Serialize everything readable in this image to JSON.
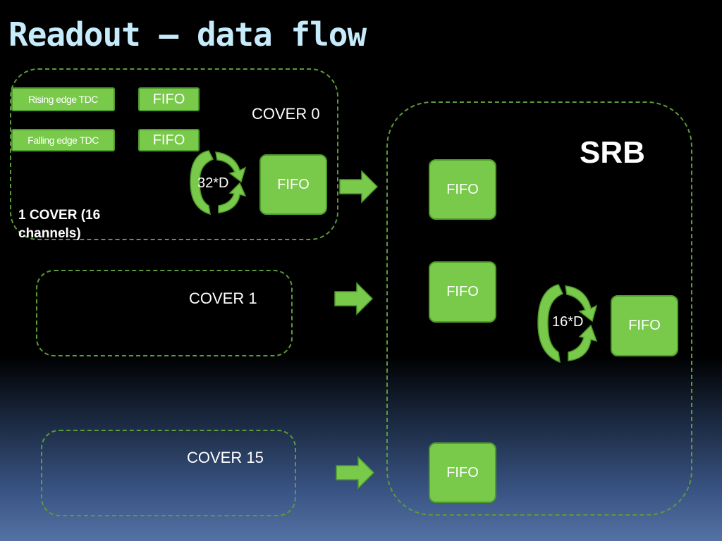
{
  "title": "Readout – data flow",
  "cover0": {
    "label": "COVER 0",
    "rising_tdc": "Rising edge TDC",
    "falling_tdc": "Falling edge TDC",
    "fifo_rising": "FIFO",
    "fifo_falling": "FIFO",
    "loop_label": "32*D",
    "fifo_out": "FIFO",
    "note": "1 COVER (16 channels)"
  },
  "cover1": {
    "label": "COVER 1"
  },
  "cover15": {
    "label": "COVER 15"
  },
  "srb": {
    "label": "SRB",
    "fifo_1": "FIFO",
    "fifo_2": "FIFO",
    "fifo_3": "FIFO",
    "loop_label": "16*D",
    "fifo_out": "FIFO"
  },
  "colors": {
    "box_fill": "#79c94b",
    "box_border": "#4f9a2c",
    "dashed_border": "#5c9a3a",
    "title": "#c6ecfb"
  }
}
